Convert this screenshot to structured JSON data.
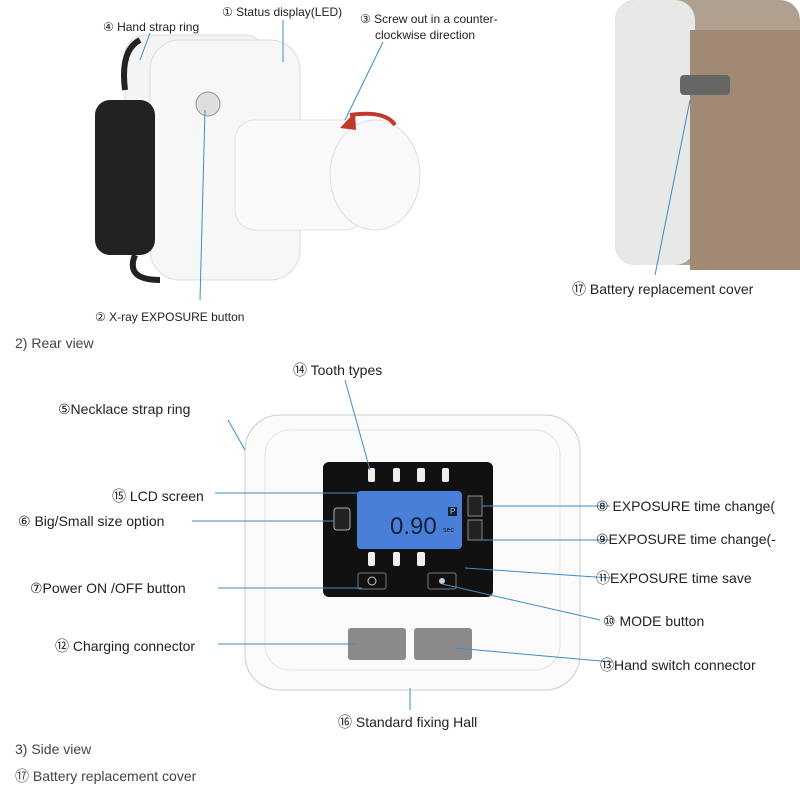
{
  "top_labels": {
    "l4": "④ Hand strap ring",
    "l1": "① Status display(LED)",
    "l3a": "③ Screw out in a counter-",
    "l3b": "clockwise direction",
    "l2": "② X-ray EXPOSURE button",
    "l17": "⑰ Battery replacement cover"
  },
  "section2": "2) Rear view",
  "front_labels": {
    "l14": "⑭ Tooth types",
    "l5": "⑤Necklace strap ring",
    "l15": "⑮ LCD screen",
    "l6": "⑥ Big/Small size option",
    "l7": "⑦Power ON /OFF button",
    "l12": "⑫ Charging connector",
    "l16": "⑯ Standard fixing Hall",
    "l8": "⑧ EXPOSURE time change(",
    "l9": "⑨EXPOSURE time change(-",
    "l11": "⑪EXPOSURE time save",
    "l10": "⑩ MODE button",
    "l13": "⑬Hand switch connector"
  },
  "lcd": {
    "value": "0.90",
    "unit": "sec",
    "mode": "P"
  },
  "section3": "3) Side view",
  "footer17": "⑰ Battery replacement cover"
}
